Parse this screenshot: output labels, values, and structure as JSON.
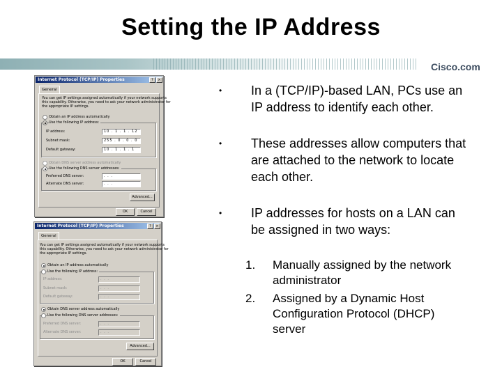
{
  "slide": {
    "title": "Setting the IP Address",
    "logo": "Cisco.com"
  },
  "bullets": [
    "In a (TCP/IP)-based LAN, PCs use an IP address to identify each other.",
    "These addresses allow computers that are attached to the network to locate each other.",
    "IP addresses for hosts on a LAN can be assigned in two ways:"
  ],
  "sub_items": [
    {
      "num": "1.",
      "text": "Manually assigned by the network administrator"
    },
    {
      "num": "2.",
      "text": "Assigned by a Dynamic Host Configuration Protocol (DHCP) server"
    }
  ],
  "dialog_static": {
    "title": "Internet Protocol (TCP/IP) Properties",
    "tab": "General",
    "desc": [
      "You can get IP settings assigned automatically if your network supports",
      "this capability. Otherwise, you need to ask your network administrator for",
      "the appropriate IP settings."
    ],
    "radio_auto_ip": "Obtain an IP address automatically",
    "radio_manual_ip": "Use the following IP address:",
    "label_ip": "IP address:",
    "label_mask": "Subnet mask:",
    "label_gw": "Default gateway:",
    "value_ip": "10 . 1 . 1 . 12",
    "value_mask": "255 . 0 . 0 . 0",
    "value_gw": "10 . 1 . 1 . 1",
    "radio_auto_dns": "Obtain DNS server address automatically",
    "radio_manual_dns": "Use the following DNS server addresses:",
    "label_pdns": "Preferred DNS server:",
    "label_adns": "Alternate DNS server:",
    "empty_field": ". . .",
    "advanced": "Advanced...",
    "ok": "OK",
    "cancel": "Cancel",
    "help_btn": "?",
    "close_btn": "×"
  },
  "dialog_dhcp": {
    "title": "Internet Protocol (TCP/IP) Properties",
    "tab": "General",
    "desc": [
      "You can get IP settings assigned automatically if your network supports",
      "this capability. Otherwise, you need to ask your network administrator for",
      "the appropriate IP settings."
    ],
    "radio_auto_ip": "Obtain an IP address automatically",
    "radio_manual_ip": "Use the following IP address:",
    "label_ip": "IP address:",
    "label_mask": "Subnet mask:",
    "label_gw": "Default gateway:",
    "radio_auto_dns": "Obtain DNS server address automatically",
    "radio_manual_dns": "Use the following DNS server addresses:",
    "label_pdns": "Preferred DNS server:",
    "label_adns": "Alternate DNS server:",
    "empty_field": ". . .",
    "advanced": "Advanced...",
    "ok": "OK",
    "cancel": "Cancel",
    "help_btn": "?",
    "close_btn": "×"
  }
}
